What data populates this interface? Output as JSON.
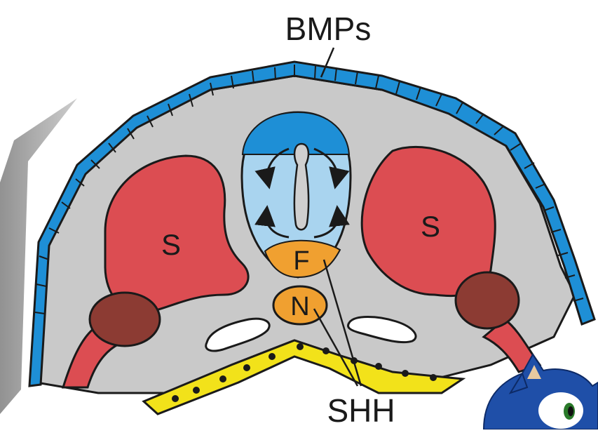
{
  "diagram": {
    "labels": {
      "bmps": "BMPs",
      "shh": "SHH",
      "somite_left": "S",
      "somite_right": "S",
      "floor_plate": "F",
      "notochord": "N"
    },
    "colors": {
      "ectoderm": "#1e8fd6",
      "mesenchyme": "#c9c9c9",
      "neural_dorsal": "#1e8fd6",
      "neural_middle": "#a9d4ef",
      "floor_plate": "#f0a030",
      "notochord": "#f0a030",
      "somite": "#dc4d52",
      "sclerotome": "#8c3b33",
      "endoderm": "#f2e21a",
      "outline": "#1a1a1a"
    },
    "mascot_icon": "hedgehog-mascot-icon"
  }
}
